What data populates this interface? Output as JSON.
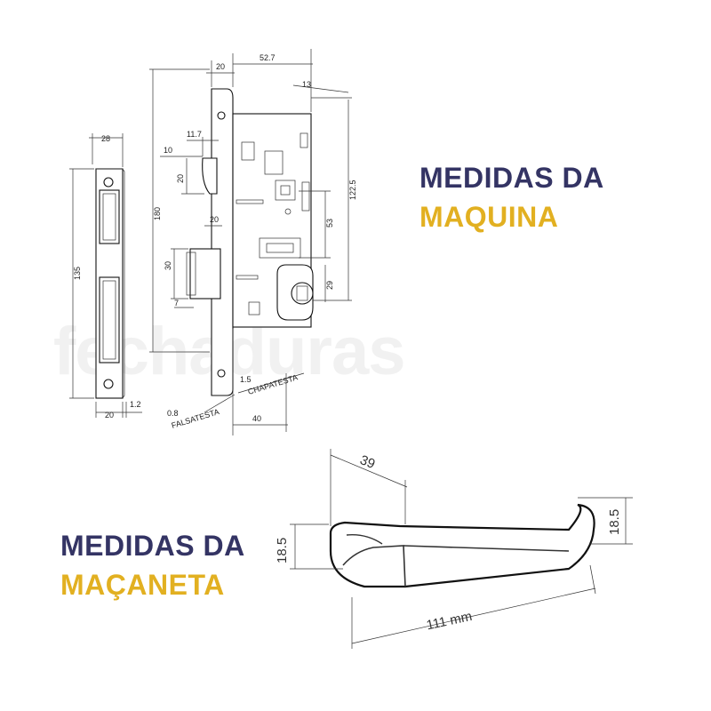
{
  "headings": {
    "maquina_line1": "MEDIDAS DA",
    "maquina_line2": "MAQUINA",
    "macaneta_line1": "MEDIDAS DA",
    "macaneta_line2": "MAÇANETA"
  },
  "watermark_text": "fechaduras",
  "colors": {
    "navy": "#343464",
    "gold": "#e2b021",
    "line": "#222222"
  },
  "strike_plate_dims": {
    "width_top": "28",
    "height": "135",
    "bottom_width": "20",
    "thickness": "1.2"
  },
  "lock_dims": {
    "total_height": "180",
    "faceplate_width": "20",
    "backset": "52.7",
    "top_offset": "13",
    "latch_offset": "11.7",
    "latch_gap": "10",
    "latch_height": "20",
    "bolt_offset": "20",
    "bolt_height": "30",
    "bolt_bottom": "7",
    "spindle_to_cylinder": "53",
    "cylinder_offset": "29",
    "case_height": "122.5",
    "falsatesta_thickness": "0.8",
    "falsatesta_label": "FALSATESTA",
    "chapatesta_thickness": "1.5",
    "chapatesta_label": "CHAPATESTA",
    "depth": "40"
  },
  "handle_dims": {
    "lever_width": "39",
    "rose_height": "18.5",
    "end_height": "18.5",
    "total_length": "111 mm"
  }
}
